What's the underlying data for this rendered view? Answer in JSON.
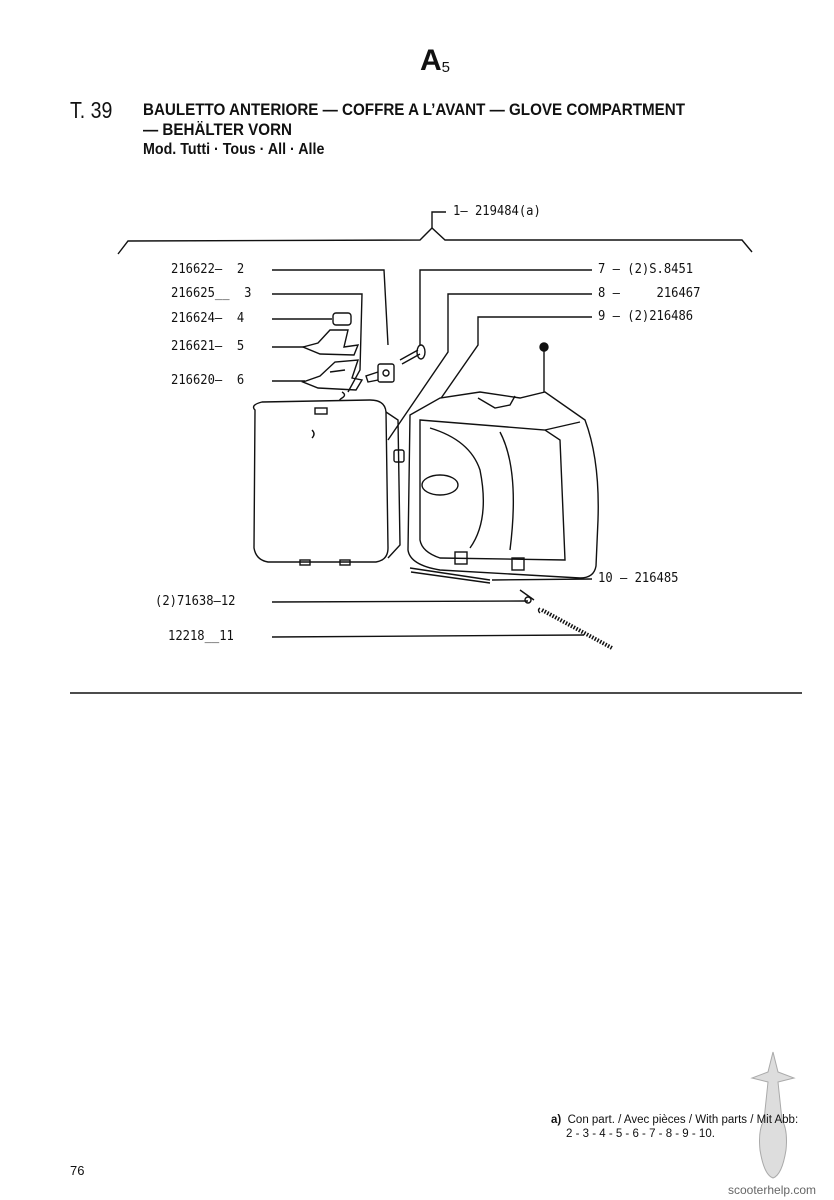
{
  "header": {
    "section": "A",
    "section_sub": "5",
    "table_no": "T. 39",
    "title_line1": "BAULETTO ANTERIORE — COFFRE A L’AVANT — GLOVE COMPARTMENT",
    "title_line2": "— BEHÄLTER VORN",
    "models": "Mod. Tutti · Tous · All · Alle"
  },
  "parts": {
    "p1": "1— 219484(a)",
    "left": [
      {
        "code": "216622",
        "num": "2"
      },
      {
        "code": "216625",
        "num": "3"
      },
      {
        "code": "216624",
        "num": "4"
      },
      {
        "code": "216621",
        "num": "5"
      },
      {
        "code": "216620",
        "num": "6"
      },
      {
        "code": "(2)71638",
        "num": "12"
      },
      {
        "code": "12218",
        "num": "11"
      }
    ],
    "right": [
      {
        "num": "7",
        "code": "(2)S.8451"
      },
      {
        "num": "8",
        "code": "216467"
      },
      {
        "num": "9",
        "code": "(2)216486"
      },
      {
        "num": "10",
        "code": "216485"
      }
    ]
  },
  "footnote": {
    "marker": "a)",
    "line1": "Con part. / Avec pièces / With parts / Mit Abb:",
    "line2": "2 - 3 - 4 - 5 - 6 - 7 - 8 - 9 - 10."
  },
  "page_number": "76",
  "watermark": "scooterhelp.com"
}
